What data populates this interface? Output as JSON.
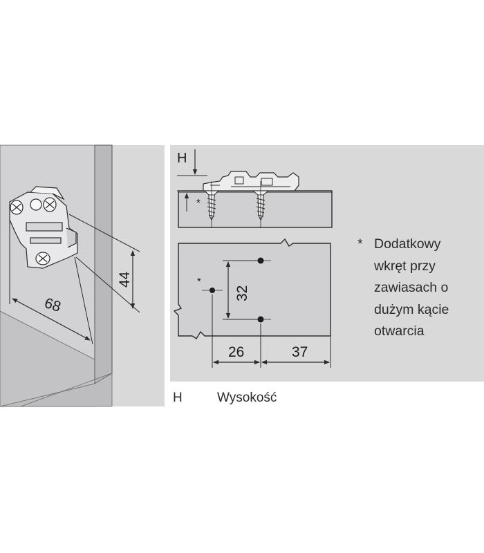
{
  "perspective": {
    "dim_width": "68",
    "dim_height": "44"
  },
  "section": {
    "h_label": "H",
    "screw_mark": "*"
  },
  "plan": {
    "screw_mark": "*",
    "dim_vertical": "32",
    "dim_left": "26",
    "dim_right": "37"
  },
  "note": {
    "marker": "*",
    "lines": [
      "Dodatkowy",
      "wkręt przy",
      "zawiasach o",
      "dużym kącie",
      "otwarcia"
    ]
  },
  "legend": {
    "key": "H",
    "value": "Wysokość"
  },
  "colors": {
    "panel_bg": "#d9d9da",
    "board_fill": "#d0d0d2",
    "line": "#2b2b2b"
  }
}
